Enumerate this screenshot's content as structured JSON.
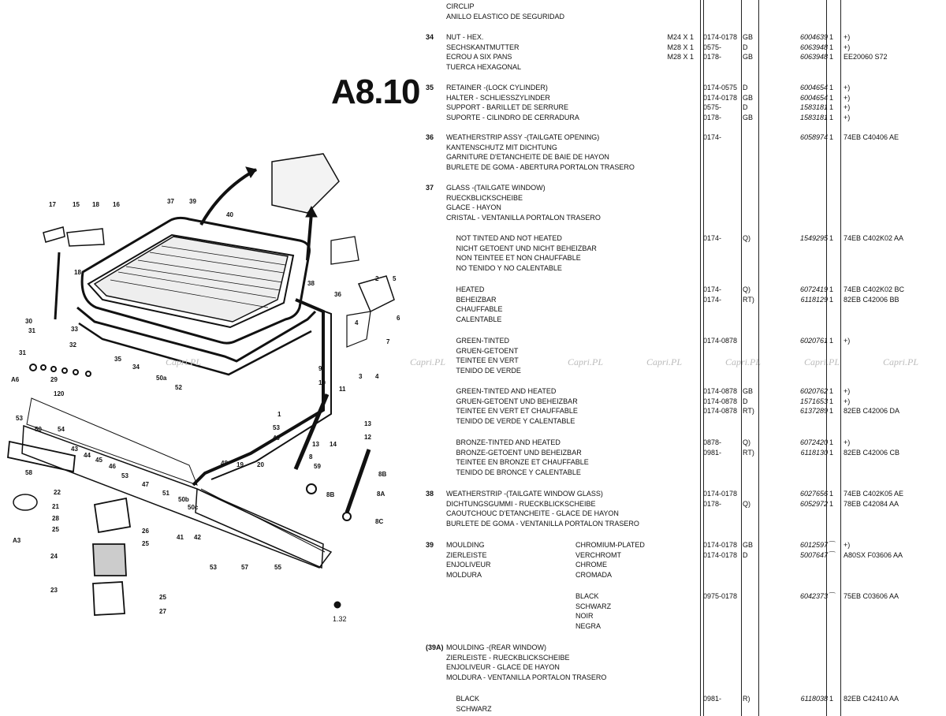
{
  "diagram": {
    "title": "A8.10",
    "callouts": [
      "17",
      "15",
      "18",
      "16",
      "37",
      "39",
      "40",
      "38",
      "36",
      "2",
      "5",
      "18",
      "30",
      "31",
      "33",
      "32",
      "31",
      "35",
      "34",
      "29",
      "A6",
      "120",
      "3",
      "4",
      "7",
      "6",
      "9",
      "10",
      "11",
      "50a",
      "52",
      "1",
      "53",
      "49",
      "50",
      "54",
      "53",
      "12",
      "13",
      "13",
      "14",
      "8",
      "59",
      "8B",
      "8A",
      "8C",
      "58",
      "46",
      "43",
      "44",
      "45",
      "47",
      "20",
      "19",
      "22",
      "21",
      "28",
      "25",
      "26",
      "25",
      "50b",
      "51",
      "48",
      "50c",
      "41",
      "42",
      "55",
      "57",
      "53",
      "24",
      "23",
      "25",
      "27",
      "A3"
    ],
    "footnote": "1.32"
  },
  "watermark": "Capri.PL",
  "parts_table": {
    "rows": [
      {
        "num": "",
        "desc": "CIRCLIP\nANILLO ELASTICO DE SEGURIDAD",
        "spec": "",
        "date": "",
        "cc": "",
        "pn": "",
        "qty": "",
        "note": ""
      },
      {
        "num": "34",
        "desc": "NUT - HEX.\nSECHSKANTMUTTER\nECROU A SIX PANS\nTUERCA HEXAGONAL",
        "spec": "M24 X 1\nM28 X 1\nM28 X 1",
        "date": "0174-0178\n0575-\n0178-",
        "cc": "GB\nD\nGB",
        "pn": "6004639\n6063948\n6063948",
        "qty": "1\n1\n1",
        "note": "+)\n+)\nEE20060 S72"
      },
      {
        "num": "35",
        "desc": "RETAINER -(LOCK CYLINDER)\nHALTER - SCHLIESSZYLINDER\nSUPPORT - BARILLET DE SERRURE\nSUPORTE - CILINDRO DE CERRADURA",
        "spec": "",
        "date": "0174-0575\n0174-0178\n0575-\n0178-",
        "cc": "D\nGB\nD\nGB",
        "pn": "6004654\n6004654\n1583181\n1583181",
        "qty": "1\n1\n1\n1",
        "note": "+)\n+)\n+)\n+)"
      },
      {
        "num": "36",
        "desc": "WEATHERSTRIP ASSY -(TAILGATE OPENING)\nKANTENSCHUTZ MIT DICHTUNG\nGARNITURE D'ETANCHEITE DE BAIE DE HAYON\nBURLETE DE GOMA - ABERTURA PORTALON TRASERO",
        "spec": "",
        "date": "0174-",
        "cc": "",
        "pn": "6058974",
        "qty": "1",
        "note": "74EB C40406 AE"
      },
      {
        "num": "37",
        "desc": "GLASS -(TAILGATE WINDOW)\nRUECKBLICKSCHEIBE\nGLACE - HAYON\nCRISTAL - VENTANILLA PORTALON TRASERO",
        "spec": "",
        "date": "",
        "cc": "",
        "pn": "",
        "qty": "",
        "note": ""
      },
      {
        "num": "",
        "desc": "     NOT TINTED AND NOT HEATED\n     NICHT GETOENT UND NICHT BEHEIZBAR\n     NON TEINTEE ET NON CHAUFFABLE\n     NO TENIDO Y NO CALENTABLE",
        "spec": "",
        "date": "0174-",
        "cc": "Q)",
        "pn": "1549295",
        "qty": "1",
        "note": "74EB C402K02 AA"
      },
      {
        "num": "",
        "desc": "     HEATED\n     BEHEIZBAR\n     CHAUFFABLE\n     CALENTABLE",
        "spec": "",
        "date": "0174-\n0174-",
        "cc": "Q)\nRT)",
        "pn": "6072419\n6118129",
        "qty": "1\n1",
        "note": "74EB C402K02 BC\n82EB C42006 BB"
      },
      {
        "num": "",
        "desc": "     GREEN-TINTED\n     GRUEN-GETOENT\n     TEINTEE EN VERT\n     TENIDO DE VERDE",
        "spec": "",
        "date": "0174-0878",
        "cc": "",
        "pn": "6020761",
        "qty": "1",
        "note": "+)"
      },
      {
        "num": "",
        "desc": "     GREEN-TINTED AND HEATED\n     GRUEN-GETOENT UND BEHEIZBAR\n     TEINTEE EN VERT ET CHAUFFABLE\n     TENIDO DE VERDE Y CALENTABLE",
        "spec": "",
        "date": "0174-0878\n0174-0878\n0174-0878",
        "cc": "GB\nD\nRT)",
        "pn": "6020762\n1571653\n6137289",
        "qty": "1\n1\n1",
        "note": "+)\n+)\n82EB C42006 DA"
      },
      {
        "num": "",
        "desc": "     BRONZE-TINTED AND HEATED\n     BRONZE-GETOENT UND BEHEIZBAR\n     TEINTEE EN BRONZE ET CHAUFFABLE\n     TENIDO DE BRONCE Y CALENTABLE",
        "spec": "",
        "date": "0878-\n0981-",
        "cc": "Q)\nRT)",
        "pn": "6072420\n6118130",
        "qty": "1\n1",
        "note": "+)\n82EB C42006 CB"
      },
      {
        "num": "38",
        "desc": "WEATHERSTRIP -(TAILGATE WINDOW GLASS)\nDICHTUNGSGUMMI - RUECKBLICKSCHEIBE\nCAOUTCHOUC D'ETANCHEITE - GLACE DE HAYON\nBURLETE DE GOMA - VENTANILLA PORTALON TRASERO",
        "spec": "",
        "date": "0174-0178\n0178-",
        "cc": "\nQ)",
        "pn": "6027656\n6052972",
        "qty": "1\n1",
        "note": "74EB C402K05 AE\n78EB C42084 AA"
      },
      {
        "num": "39",
        "desc": "MOULDING\nZIERLEISTE\nENJOLIVEUR\nMOLDURA",
        "spec2": "CHROMIUM-PLATED\nVERCHROMT\nCHROME\nCROMADA",
        "date": "0174-0178\n0174-0178",
        "cc": "GB\nD",
        "pn": "6012597\n5007647",
        "qty": "⁀\n⁀",
        "note": "+)\nA80SX F03606 AA"
      },
      {
        "num": "",
        "desc": "",
        "spec2": "BLACK\nSCHWARZ\nNOIR\nNEGRA",
        "date": "0975-0178",
        "cc": "",
        "pn": "6042373",
        "qty": "⁀",
        "note": "75EB C03606 AA"
      },
      {
        "num": "(39A)",
        "desc": "MOULDING -(REAR WINDOW)\nZIERLEISTE - RUECKBLICKSCHEIBE\nENJOLIVEUR - GLACE DE HAYON\nMOLDURA - VENTANILLA PORTALON TRASERO",
        "spec": "",
        "date": "",
        "cc": "",
        "pn": "",
        "qty": "",
        "note": ""
      },
      {
        "num": "",
        "desc": "     BLACK\n     SCHWARZ",
        "spec": "",
        "date": "0981-",
        "cc": "R)",
        "pn": "6118038",
        "qty": "1",
        "note": "82EB C42410 AA"
      }
    ]
  }
}
